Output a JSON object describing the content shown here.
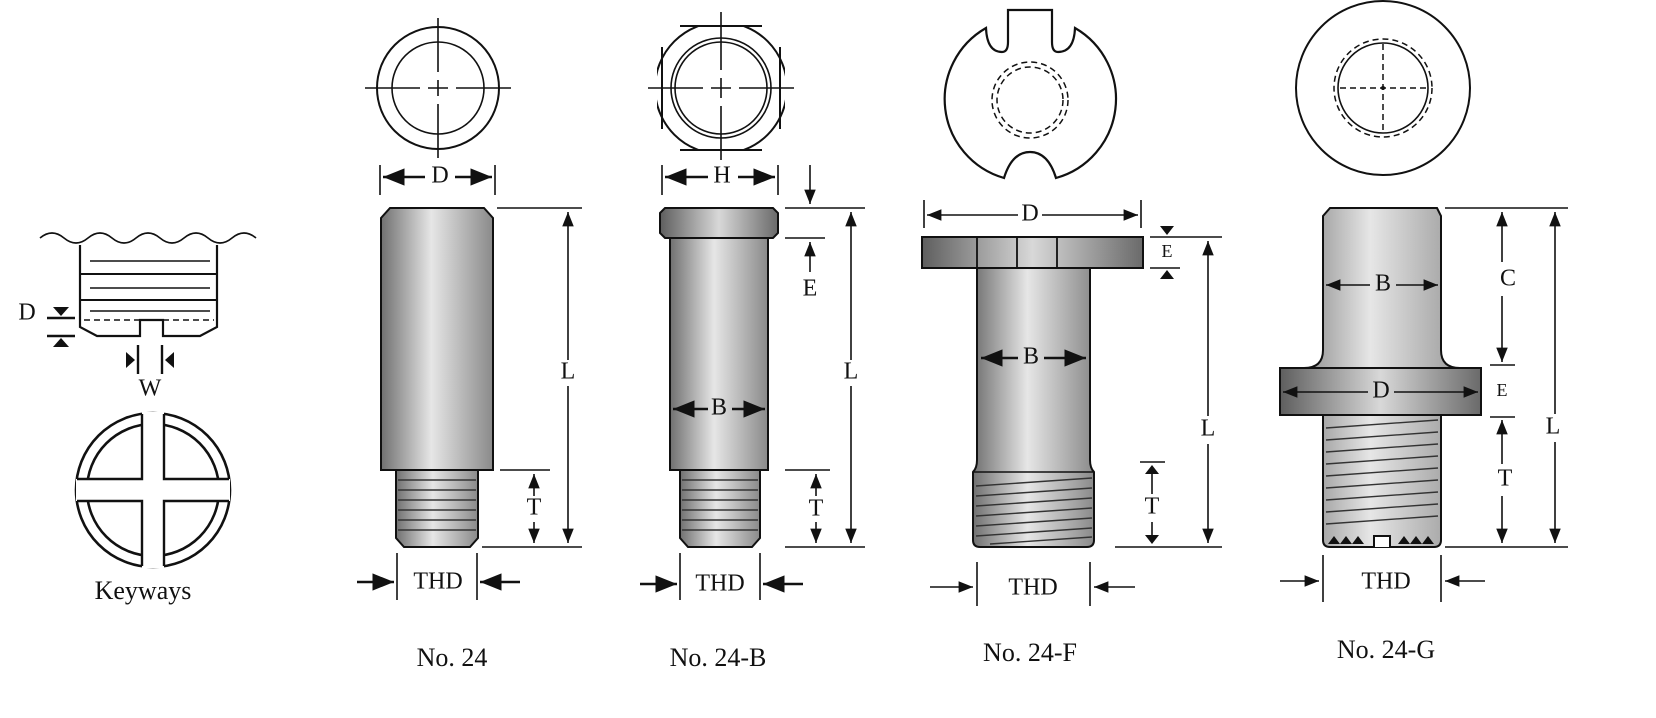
{
  "keyways": {
    "title": "Keyways",
    "depth_label": "D",
    "width_label": "W"
  },
  "parts": [
    {
      "caption": "No. 24",
      "dims": {
        "D": "D",
        "L": "L",
        "T": "T",
        "THD": "THD"
      }
    },
    {
      "caption": "No. 24-B",
      "dims": {
        "H": "H",
        "E": "E",
        "B": "B",
        "L": "L",
        "T": "T",
        "THD": "THD"
      }
    },
    {
      "caption": "No. 24-F",
      "dims": {
        "D": "D",
        "E": "E",
        "B": "B",
        "L": "L",
        "T": "T",
        "THD": "THD"
      }
    },
    {
      "caption": "No. 24-G",
      "dims": {
        "B": "B",
        "C": "C",
        "D": "D",
        "E": "E",
        "L": "L",
        "T": "T",
        "THD": "THD"
      }
    }
  ],
  "colors": {
    "metal_dark": "#6e6e6e",
    "metal_light": "#e8e8e8",
    "line": "#111111"
  }
}
